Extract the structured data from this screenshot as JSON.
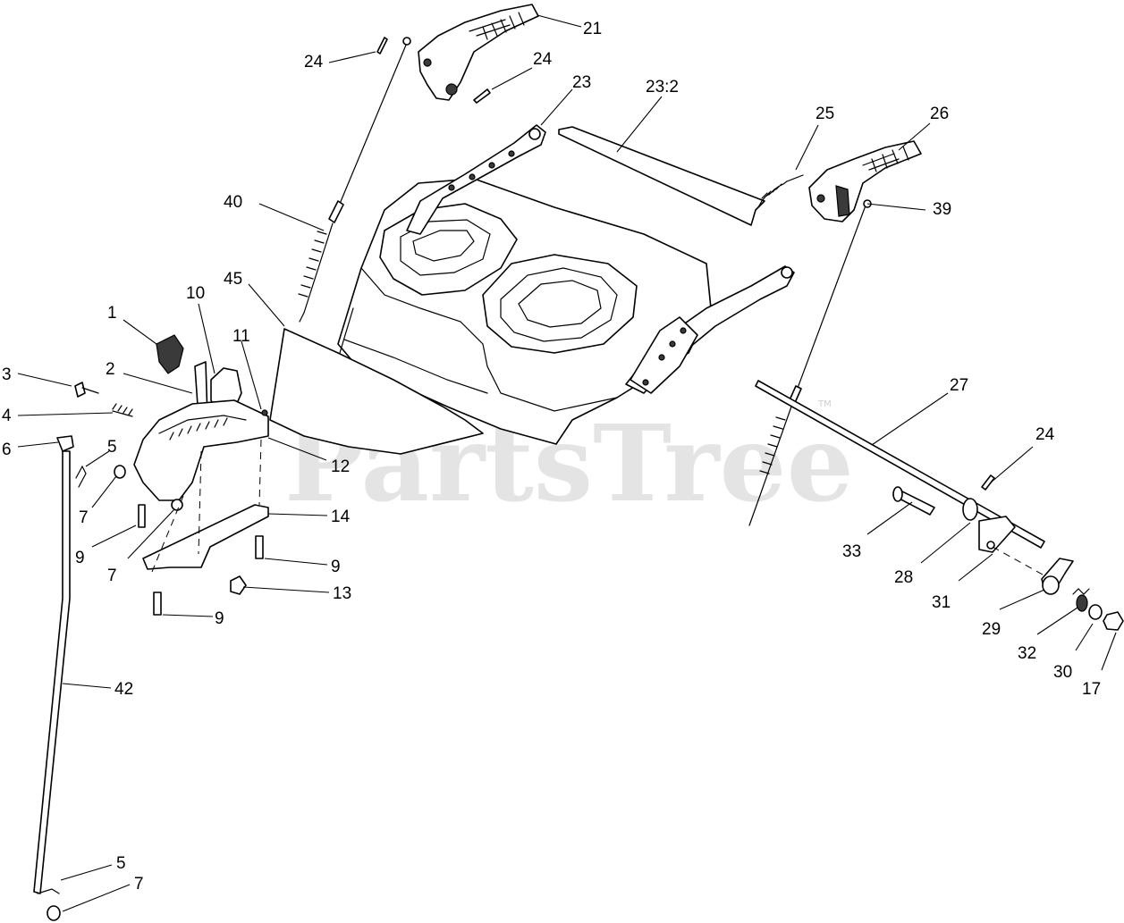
{
  "watermark": {
    "text": "PartsTree",
    "mark": "TM"
  },
  "callouts": [
    {
      "id": "c21",
      "text": "21"
    },
    {
      "id": "c24a",
      "text": "24"
    },
    {
      "id": "c24b",
      "text": "24"
    },
    {
      "id": "c23",
      "text": "23"
    },
    {
      "id": "c232",
      "text": "23:2"
    },
    {
      "id": "c25",
      "text": "25"
    },
    {
      "id": "c26",
      "text": "26"
    },
    {
      "id": "c39",
      "text": "39"
    },
    {
      "id": "c40",
      "text": "40"
    },
    {
      "id": "c45",
      "text": "45"
    },
    {
      "id": "c1",
      "text": "1"
    },
    {
      "id": "c10",
      "text": "10"
    },
    {
      "id": "c11",
      "text": "11"
    },
    {
      "id": "c3",
      "text": "3"
    },
    {
      "id": "c2",
      "text": "2"
    },
    {
      "id": "c4",
      "text": "4"
    },
    {
      "id": "c6",
      "text": "6"
    },
    {
      "id": "c5a",
      "text": "5"
    },
    {
      "id": "c12",
      "text": "12"
    },
    {
      "id": "c7a",
      "text": "7"
    },
    {
      "id": "c14",
      "text": "14"
    },
    {
      "id": "c9a",
      "text": "9"
    },
    {
      "id": "c7b",
      "text": "7"
    },
    {
      "id": "c9b",
      "text": "9"
    },
    {
      "id": "c13",
      "text": "13"
    },
    {
      "id": "c9c",
      "text": "9"
    },
    {
      "id": "c27",
      "text": "27"
    },
    {
      "id": "c24c",
      "text": "24"
    },
    {
      "id": "c33",
      "text": "33"
    },
    {
      "id": "c28",
      "text": "28"
    },
    {
      "id": "c31",
      "text": "31"
    },
    {
      "id": "c29",
      "text": "29"
    },
    {
      "id": "c32",
      "text": "32"
    },
    {
      "id": "c30",
      "text": "30"
    },
    {
      "id": "c17",
      "text": "17"
    },
    {
      "id": "c42",
      "text": "42"
    },
    {
      "id": "c5b",
      "text": "5"
    },
    {
      "id": "c7c",
      "text": "7"
    }
  ]
}
